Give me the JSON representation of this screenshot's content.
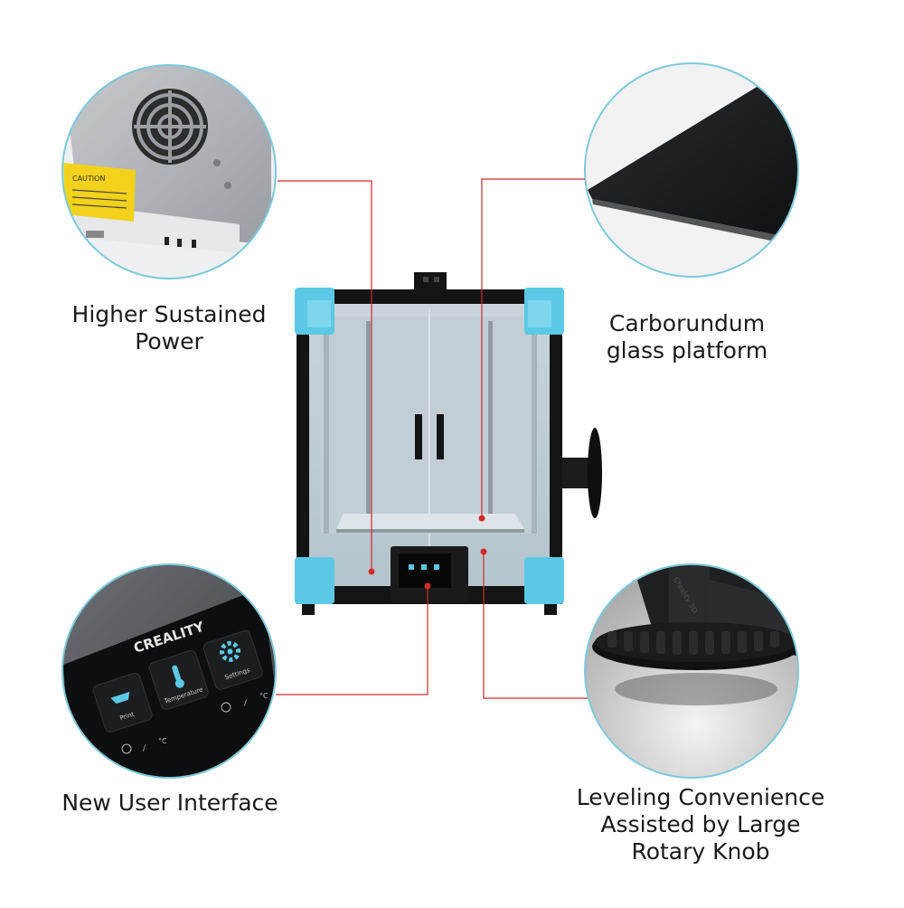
{
  "features": {
    "power": {
      "line1": "Higher Sustained",
      "line2": "Power"
    },
    "glass": {
      "line1": "Carborundum",
      "line2": "glass platform"
    },
    "ui": {
      "line1": "New User Interface"
    },
    "knob": {
      "line1": "Leveling Convenience",
      "line2": "Assisted by Large",
      "line3": "Rotary Knob"
    }
  },
  "psu_warning": "CAUTION",
  "screen": {
    "brand": "CREALITY",
    "buttons": [
      "Print",
      "Temperature",
      "Settings"
    ],
    "status": [
      "/",
      "°C",
      "/",
      "°C"
    ]
  },
  "knob_brand": "Creality 3D",
  "colors": {
    "accent_blue": "#5bc9e6",
    "callout_red": "#d22a2a",
    "frame_black": "#141414",
    "circle_border": "#7cc9dd"
  }
}
